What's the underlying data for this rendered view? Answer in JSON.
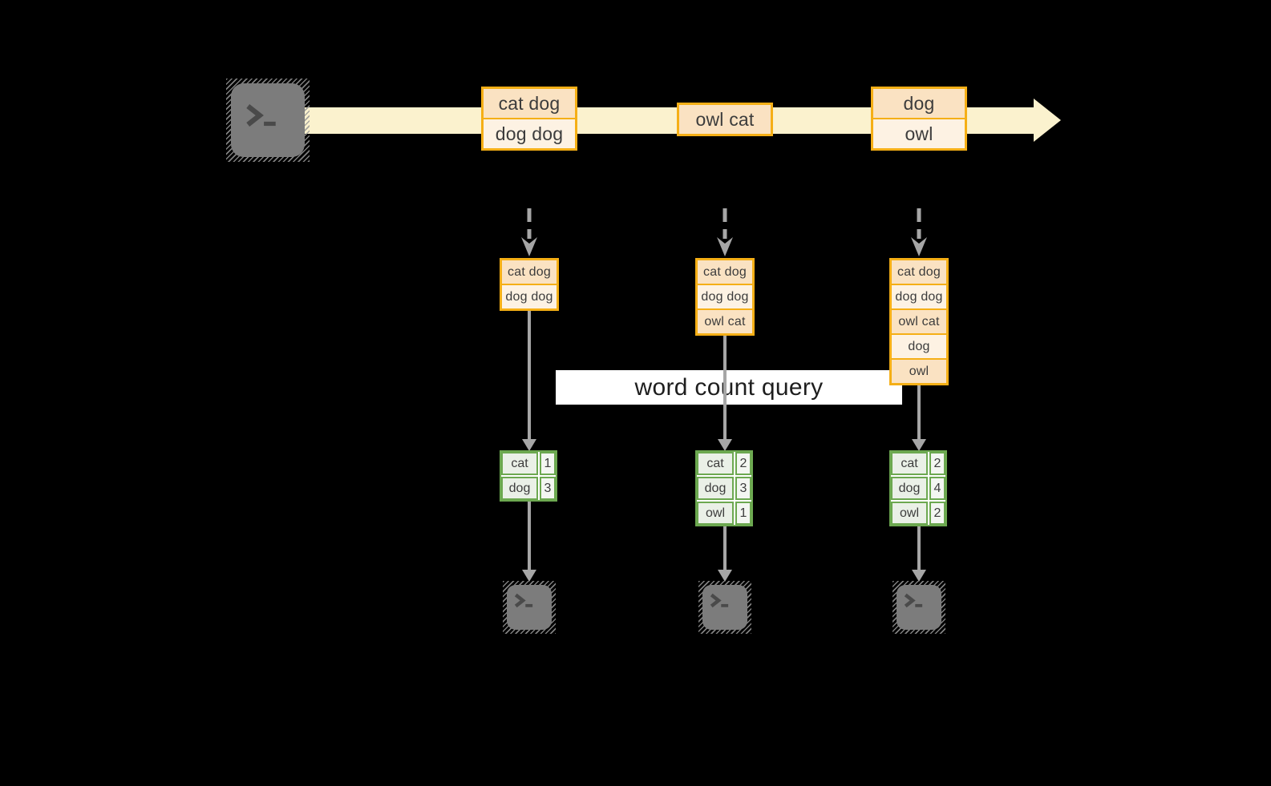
{
  "colors": {
    "background": "#000000",
    "accent": "#F5AF16",
    "cell_dark": "#FAE2C2",
    "cell_light": "#FDF2E3",
    "stream_band": "#FBF2CE",
    "green": "#6CA850",
    "green_cell": "#EAF0E7",
    "green_cell_alt": "#F3F6F1",
    "arrow_gray": "#A6A6A6",
    "terminal_gray": "#7C7C7C",
    "terminal_glyph": "#4A4A4A",
    "label_bg": "#FFFFFF",
    "label_text": "#1E1E1E",
    "text_dark": "#3C3C3C"
  },
  "query_label": "word count query",
  "stream": {
    "batches": [
      {
        "records": [
          "cat dog",
          "dog dog"
        ]
      },
      {
        "records": [
          "owl cat"
        ]
      },
      {
        "records": [
          "dog",
          "owl"
        ]
      }
    ]
  },
  "columns": [
    {
      "input": [
        "cat dog",
        "dog dog"
      ],
      "counts": [
        {
          "word": "cat",
          "count": "1"
        },
        {
          "word": "dog",
          "count": "3"
        }
      ]
    },
    {
      "input": [
        "cat dog",
        "dog dog",
        "owl cat"
      ],
      "counts": [
        {
          "word": "cat",
          "count": "2"
        },
        {
          "word": "dog",
          "count": "3"
        },
        {
          "word": "owl",
          "count": "1"
        }
      ]
    },
    {
      "input": [
        "cat dog",
        "dog dog",
        "owl cat",
        "dog",
        "owl"
      ],
      "counts": [
        {
          "word": "cat",
          "count": "2"
        },
        {
          "word": "dog",
          "count": "4"
        },
        {
          "word": "owl",
          "count": "2"
        }
      ]
    }
  ]
}
